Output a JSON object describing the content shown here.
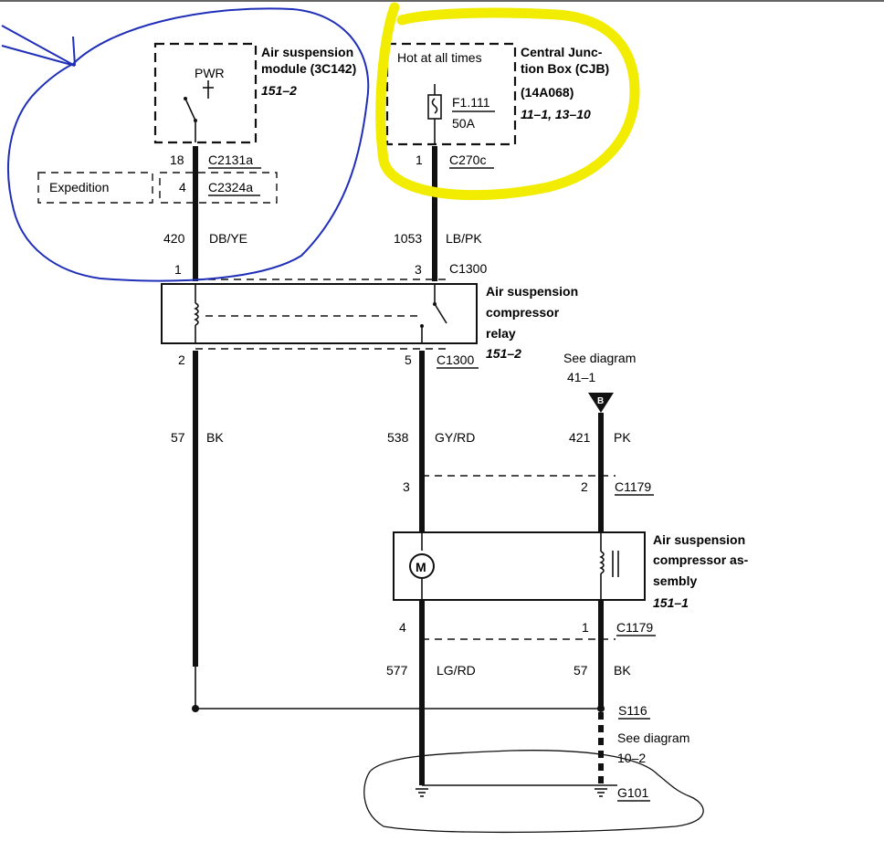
{
  "module": {
    "pwr": "PWR",
    "name_line1": "Air suspension",
    "name_line2": "module (3C142)",
    "ref": "151–2",
    "pin": "18",
    "connector": "C2131a",
    "expedition_label": "Expedition",
    "expedition_pin": "4",
    "expedition_connector": "C2324a"
  },
  "cjb": {
    "hot_label": "Hot at all times",
    "fuse": "F1.111",
    "fuse_rating": "50A",
    "name_line1": "Central Junc-",
    "name_line2": "tion Box (CJB)",
    "name_line3": "(14A068)",
    "ref": "11–1, 13–10",
    "pin": "1",
    "connector": "C270c"
  },
  "wires": {
    "w420_num": "420",
    "w420_color": "DB/YE",
    "w1053_num": "1053",
    "w1053_color": "LB/PK",
    "w57a_num": "57",
    "w57a_color": "BK",
    "w538_num": "538",
    "w538_color": "GY/RD",
    "w421_num": "421",
    "w421_color": "PK",
    "w577_num": "577",
    "w577_color": "LG/RD",
    "w57b_num": "57",
    "w57b_color": "BK"
  },
  "relay": {
    "pin_top_left": "1",
    "pin_top_right": "3",
    "connector_top": "C1300",
    "pin_bottom_left": "2",
    "pin_bottom_right": "5",
    "connector_bottom": "C1300",
    "name_line1": "Air suspension",
    "name_line2": "compressor",
    "name_line3": "relay",
    "ref": "151–2"
  },
  "see_diagram_top": {
    "line1": "See diagram",
    "line2": "41–1",
    "badge": "B"
  },
  "c1179_top": {
    "pin_left": "3",
    "pin_right": "2",
    "connector": "C1179"
  },
  "compressor": {
    "motor": "M",
    "name_line1": "Air suspension",
    "name_line2": "compressor as-",
    "name_line3": "sembly",
    "ref": "151–1"
  },
  "c1179_bottom": {
    "pin_left": "4",
    "pin_right": "1",
    "connector": "C1179"
  },
  "splice": "S116",
  "see_diagram_bottom": {
    "line1": "See diagram",
    "line2": "10–2"
  },
  "ground": "G101"
}
